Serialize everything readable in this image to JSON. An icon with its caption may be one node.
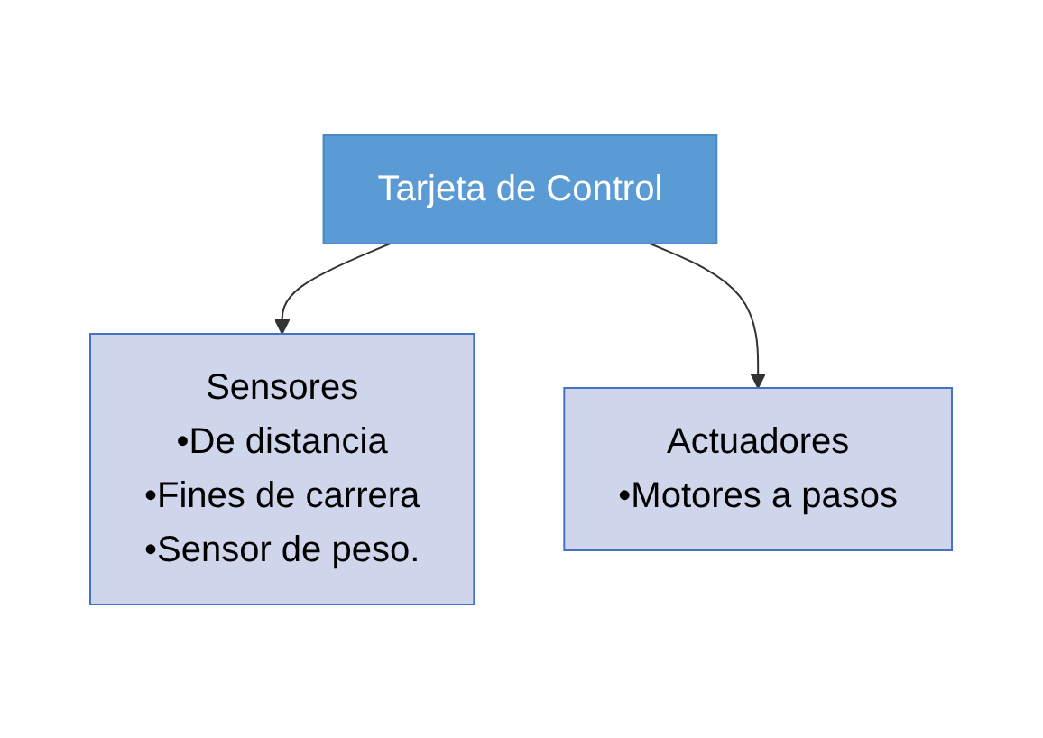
{
  "diagram": {
    "nodes": [
      {
        "text": [
          "Tarjeta de Control"
        ]
      },
      {
        "text": [
          "Sensores",
          "•De distancia",
          "•Fines de carrera",
          "•Sensor de peso."
        ]
      },
      {
        "text": [
          "Actuadores",
          "•Motores a pasos"
        ]
      }
    ],
    "edges": [
      {
        "from": 0,
        "to": 1,
        "arrow": "to"
      },
      {
        "from": 0,
        "to": 2,
        "arrow": "to"
      }
    ]
  }
}
